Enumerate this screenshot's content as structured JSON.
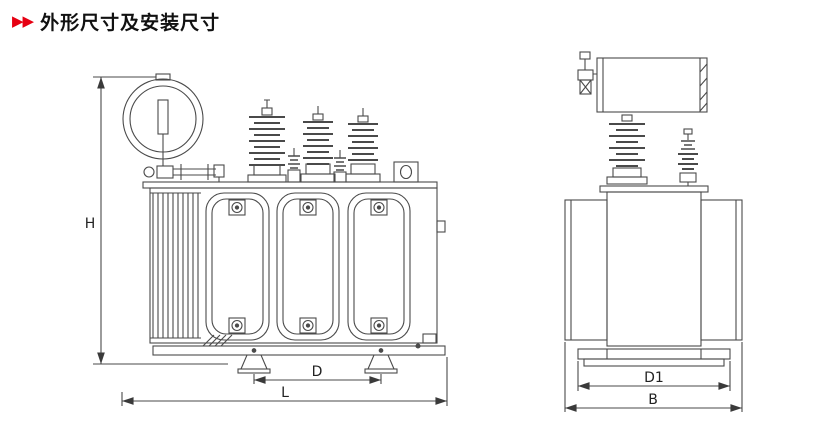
{
  "header": {
    "marker": "▶▶",
    "title": "外形尺寸及安装尺寸"
  },
  "colors": {
    "accent_red": "#e60012",
    "line_gray": "#4a4a4a"
  },
  "front_view": {
    "dim_height_label": "H",
    "dim_mounting_span_label": "D",
    "dim_overall_length_label": "L"
  },
  "side_view": {
    "dim_mounting_span_label": "D1",
    "dim_overall_width_label": "B"
  }
}
